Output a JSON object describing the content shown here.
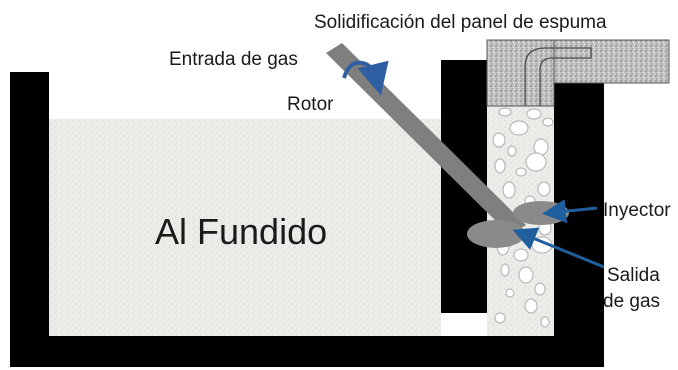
{
  "labels": {
    "foam_panel_solidification": "Solidificación del panel de espuma",
    "gas_inlet": "Entrada de gas",
    "rotor": "Rotor",
    "molten_al": "Al Fundido",
    "injector": "Inyector",
    "gas_outlet_line1": "Salida",
    "gas_outlet_line2": "de gas"
  },
  "colors": {
    "crucible_wall": "#000000",
    "melt_fill": "#e9e9e6",
    "foam_panel": "#b9b9b9",
    "shaft": "#7f7f7f",
    "injector": "#8a8a8a",
    "bubble_fill": "#ffffff",
    "bubble_stroke": "#b5b5b5",
    "rotor_arrow": "#2e5fa3",
    "pointer_arrow": "#1f5f9e",
    "text": "#1a1a1a"
  }
}
